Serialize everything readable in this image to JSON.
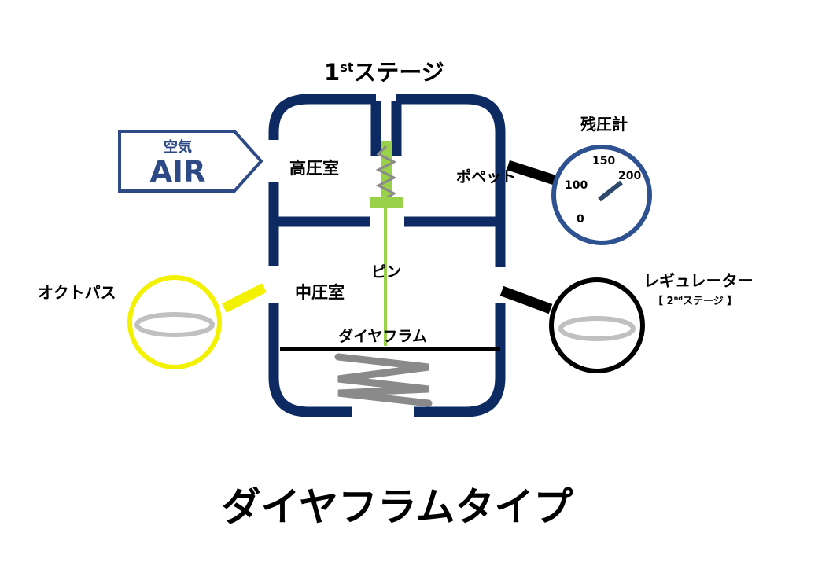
{
  "diagram": {
    "stage_title": {
      "main": "1",
      "sup": "st",
      "rest": "ステージ"
    },
    "air_arrow": {
      "small": "空気",
      "big": "AIR"
    },
    "high_pressure_chamber": "高圧室",
    "poppet": "ポペット",
    "gauge": {
      "title": "残圧計",
      "ticks": [
        "0",
        "100",
        "150",
        "200"
      ]
    },
    "pin": "ピン",
    "mid_pressure_chamber": "中圧室",
    "octopus": "オクトパス",
    "regulator": {
      "name": "レギュレーター",
      "bracket_open": "【 ",
      "num": "2",
      "sup": "nd",
      "rest": "ステージ",
      "bracket_close": " 】"
    },
    "diaphragm": "ダイヤフラム",
    "footer_title": "ダイヤフラムタイプ"
  },
  "colors": {
    "body_outline": "#0d2a62",
    "air_outline": "#2e4a86",
    "gauge_ring": "#2e5291",
    "pin_green": "#99d14a",
    "spring_gray": "#8a8a8a",
    "octopus_yellow": "#f2f200",
    "ring_gray": "#c0c0c0"
  }
}
